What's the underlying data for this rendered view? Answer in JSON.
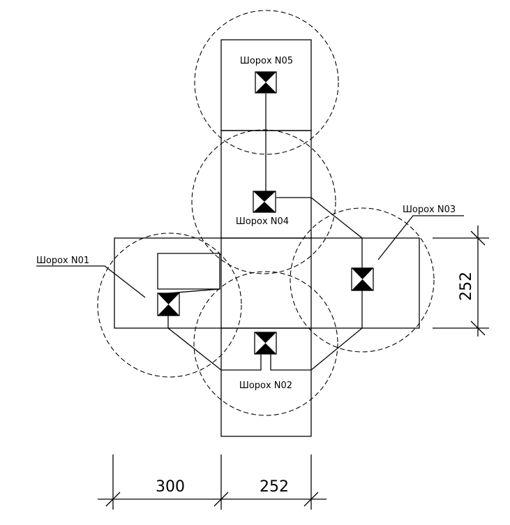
{
  "diagram": {
    "labels": {
      "n01": "Шорох N01",
      "n02": "Шорох N02",
      "n03": "Шорох N03",
      "n04": "Шорох N04",
      "n05": "Шорох N05"
    },
    "dimensions": {
      "left_width": "300",
      "right_width": "252",
      "height": "252"
    },
    "colors": {
      "stroke": "#000000",
      "background": "#ffffff"
    }
  }
}
